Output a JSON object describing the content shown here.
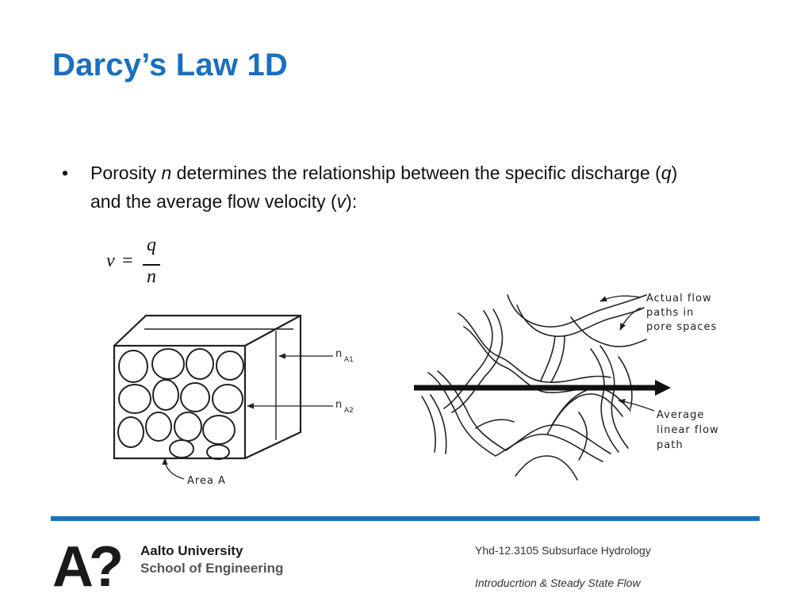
{
  "slide": {
    "title": "Darcy’s Law 1D",
    "bullet": {
      "marker": "•",
      "part1": "Porosity ",
      "var_n": "n",
      "part2": " determines the relationship between the specific discharge (",
      "var_q": "q",
      "part3": ") and the average flow velocity (",
      "var_v": "v",
      "part4": "):"
    },
    "formula": {
      "lhs": "v",
      "equals": "=",
      "numerator": "q",
      "denominator": "n"
    }
  },
  "figure": {
    "label_nA1": "n",
    "label_nA1_sub": "A1",
    "label_nA2": "n",
    "label_nA2_sub": "A2",
    "label_area": "Area A",
    "label_actual_1": "Actual flow",
    "label_actual_2": "paths in",
    "label_actual_3": "pore spaces",
    "label_avg_1": "Average",
    "label_avg_2": "linear flow",
    "label_avg_3": "path"
  },
  "footer": {
    "logo_text": "A?",
    "university": "Aalto University",
    "school": "School of Engineering",
    "course_code": "Yhd-12.3105 Subsurface Hydrology",
    "course_topic": "Introducrtion & Steady State Flow"
  },
  "colors": {
    "accent": "#1a6fbf",
    "text": "#111111",
    "logo": "#1a1a1a",
    "school": "#555555"
  }
}
